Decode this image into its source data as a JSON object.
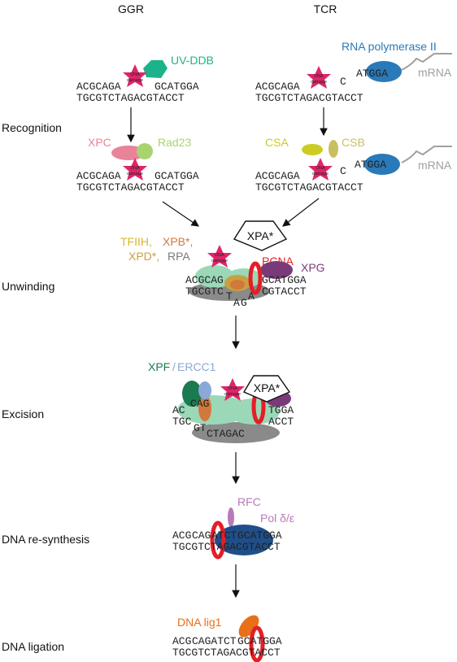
{
  "columns": {
    "ggr": "GGR",
    "tcr": "TCR"
  },
  "stages": {
    "recognition": "Recognition",
    "unwinding": "Unwinding",
    "excision": "Excision",
    "resynthesis": "DNA re-synthesis",
    "ligation": "DNA ligation"
  },
  "damage_label": {
    "line1": "DNA",
    "line2": "damage"
  },
  "ggr": {
    "uvddb": "UV-DDB",
    "xpc": "XPC",
    "rad23": "Rad23",
    "seq1": {
      "top_left": "ACGCAGA",
      "top_right": "GCATGGA",
      "bottom": "TGCGTCTAGACGTACCT"
    },
    "seq2": {
      "top_left": "ACGCAGA",
      "top_right": "GCATGGA",
      "bottom": "TGCGTCTAGACGTACCT"
    }
  },
  "tcr": {
    "rnapol": "RNA polymerase II",
    "mrna1": "mRNA",
    "csa": "CSA",
    "csb": "CSB",
    "mrna2": "mRNA",
    "seq1": {
      "top_left": "ACGCAGA",
      "top_mid": "C",
      "top_right": "ATGGA",
      "bottom": "TGCGTCTAGACGTACCT"
    },
    "seq2": {
      "top_left": "ACGCAGA",
      "top_mid": "C",
      "top_right": "ATGGA",
      "bottom": "TGCGTCTAGACGTACCT"
    }
  },
  "unwinding": {
    "tfiih": "TFIIH,",
    "xpb": "XPB*,",
    "xpd": "XPD*,",
    "rpa": "RPA",
    "xpa": "XPA*",
    "pcna": "PCNA",
    "xpg": "XPG",
    "top_left": "ACGCAG",
    "top_right": "GCATGGA",
    "bottom_left": "TGCGTC",
    "bottom_mid1": "T",
    "bottom_mid2": "A",
    "bottom_mid3": "G",
    "bottom_mid4": "A",
    "bottom_right": "CGTACCT"
  },
  "excision": {
    "xpf": "XPF",
    "slash": "/",
    "ercc1": "ERCC1",
    "xpa": "XPA*",
    "top_left": "AC",
    "top_mid": "CAG",
    "top_right": "TGGA",
    "bottom_left": "TGC",
    "bottom_mid": "GT",
    "bottom_right": "ACCT",
    "fragment": "CTAGAC"
  },
  "resynthesis": {
    "rfc": "RFC",
    "pol": "Pol δ/ε",
    "top_a": "ACG",
    "top_b": "CAG",
    "top_c": "ATCT",
    "top_d": "GCATGGA",
    "bottom": "TGCGTCTAGACGTACCT"
  },
  "ligation": {
    "lig": "DNA lig1",
    "top_a": "ACG",
    "top_b": "CAGATCT",
    "top_c": "GCATGGA",
    "bottom": "TGCGTCTAGACGTACCT"
  },
  "colors": {
    "damage": "#e0246a",
    "uvddb": "#1db38a",
    "xpc": "#e8839a",
    "rad23": "#a8d46f",
    "rnapol": "#2a79b8",
    "mrna": "#a0a0a0",
    "csa": "#cccc22",
    "csb": "#c8c060",
    "tfiih": "#d8b82c",
    "xpb": "#d2783a",
    "xpd": "#c8a040",
    "rpa": "#7a7a7a",
    "pcna": "#e41e26",
    "xpg": "#7a3a7a",
    "xpf": "#1a7a50",
    "ercc1": "#8aa8d8",
    "rfc": "#b87ab8",
    "pol": "#1f4f8a",
    "newdna": "#3aa0d0",
    "lig1": "#e8701a",
    "basefactor": "#9ad8b8",
    "bluefactor": "#2a6ab0"
  }
}
